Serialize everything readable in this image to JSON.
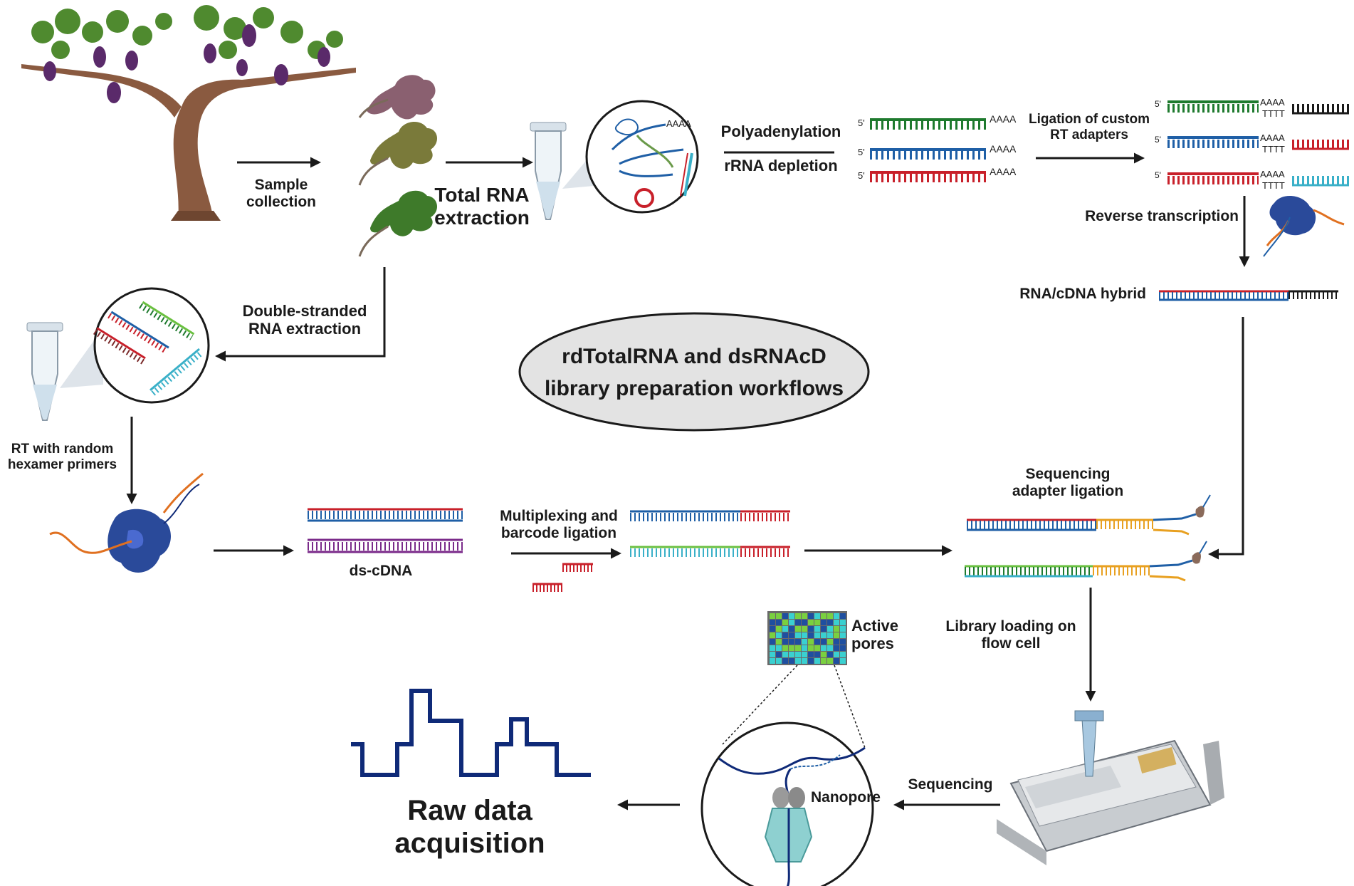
{
  "title": {
    "line1": "rdTotalRNA and dsRNAcD",
    "line2": "library preparation workflows"
  },
  "steps": {
    "sample_collection": {
      "line1": "Sample",
      "line2": "collection"
    },
    "total_rna": {
      "line1": "Total RNA",
      "line2": "extraction"
    },
    "polyadenylation": "Polyadenylation",
    "rrna_depletion": "rRNA depletion",
    "ligation": {
      "line1": "Ligation of custom",
      "line2": "RT adapters"
    },
    "reverse_transcription": "Reverse transcription",
    "hybrid": "RNA/cDNA hybrid",
    "dsrna": {
      "line1": "Double-stranded",
      "line2": "RNA extraction"
    },
    "rt_random": {
      "line1": "RT with random",
      "line2": "hexamer primers"
    },
    "ds_cdna": "ds-cDNA",
    "multiplexing": {
      "line1": "Multiplexing and",
      "line2": "barcode ligation"
    },
    "seq_adapter": {
      "line1": "Sequencing",
      "line2": "adapter ligation"
    },
    "library_loading": {
      "line1": "Library loading on",
      "line2": "flow cell"
    },
    "active_pores": {
      "line1": "Active",
      "line2": "pores"
    },
    "nanopore": "Nanopore",
    "sequencing": "Sequencing",
    "raw_data": {
      "line1": "Raw data",
      "line2": "acquisition"
    }
  },
  "molecule_labels": {
    "five_prime": "5'",
    "poly_a": "AAAA",
    "poly_t": "TTTT",
    "tube_poly_a": "AAAA"
  },
  "colors": {
    "arrow": "#1a1a1a",
    "green": "#1e7a2e",
    "blue": "#1f5fa6",
    "red": "#c8202a",
    "teal": "#3ab0c8",
    "orange": "#e8a020",
    "purple": "#7a2a8a",
    "navy": "#0f2a78",
    "ellipse": "#e3e3e3"
  }
}
